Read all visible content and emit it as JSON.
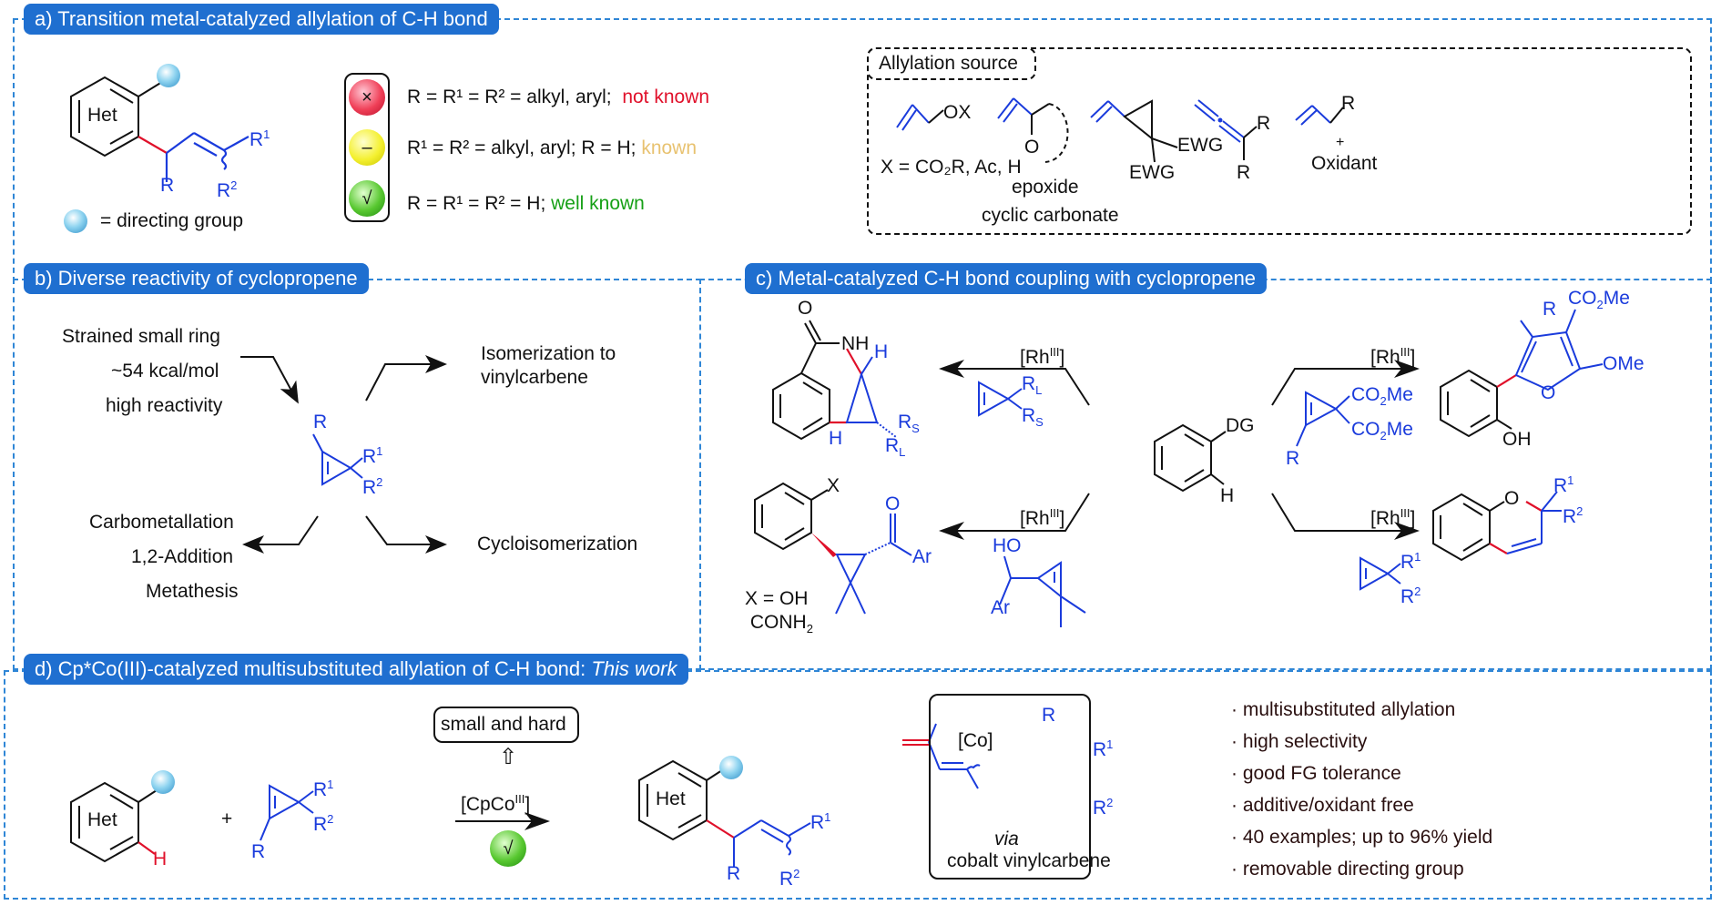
{
  "panels": {
    "a": {
      "title": "a) Transition metal-catalyzed allylation of C-H bond",
      "het_label": "Het",
      "substituent_R": "R",
      "substituent_R1": "R",
      "substituent_R2": "R",
      "directing_group_legend": "=  directing group",
      "status_rows": [
        {
          "icon": "cross-icon",
          "symbol": "×",
          "text": "R = R¹ = R² = alkyl, aryl;",
          "status": "not known",
          "status_color": "#e0102a"
        },
        {
          "icon": "dash-icon",
          "symbol": "–",
          "text": "R¹ = R² = alkyl, aryl; R = H;",
          "status": "known",
          "status_color": "#e8c270"
        },
        {
          "icon": "check-icon",
          "symbol": "√",
          "text": "R = R¹ = R² = H;",
          "status": "well known",
          "status_color": "#16a016"
        }
      ],
      "allylation_source": {
        "title": "Allylation source",
        "items": [
          {
            "label": "X = CO₂R, Ac, H",
            "group": "OX"
          },
          {
            "label": "epoxide",
            "label2": "cyclic carbonate",
            "atom": "O"
          },
          {
            "label": "EWG",
            "label2": "EWG"
          },
          {
            "label": "R",
            "label2": "R"
          },
          {
            "label": "R",
            "plus": "+",
            "label2": "Oxidant"
          }
        ]
      }
    },
    "b": {
      "title": "b) Diverse reactivity of cyclopropene",
      "left_top": [
        "Strained small ring",
        "~54 kcal/mol",
        "high reactivity"
      ],
      "right_top": [
        "Isomerization to",
        "vinylcarbene"
      ],
      "left_bottom": [
        "Carbometallation",
        "1,2-Addition",
        "Metathesis"
      ],
      "right_bottom": "Cycloisomerization",
      "labels": {
        "R": "R",
        "R1": "R",
        "R2": "R"
      }
    },
    "c": {
      "title": "c) Metal-catalyzed C-H bond coupling with cyclopropene",
      "catalyst": "[Rh",
      "catalyst_ox": "III",
      "center": {
        "dg": "DG",
        "h": "H"
      },
      "top_left": {
        "o": "O",
        "nh": "NH",
        "h1": "H",
        "h2": "H",
        "rs": "R",
        "rl": "R",
        "rs_sub": "S",
        "rl_sub": "L"
      },
      "bottom_left": {
        "x": "X",
        "o": "O",
        "ar": "Ar",
        "legend1": "X = OH",
        "legend2": "CONH",
        "ho": "HO",
        "ar2": "Ar"
      },
      "top_right": {
        "co2me": "CO",
        "ome": "OMe",
        "o": "O",
        "oh": "OH",
        "r": "R",
        "me": "Me"
      },
      "bottom_right": {
        "o": "O",
        "r1": "R",
        "r2": "R"
      }
    },
    "d": {
      "title": "d) Cp*Co(III)-catalyzed multisubstituted allylation of C-H bond: ",
      "title_italic": "This work",
      "het": "Het",
      "h": "H",
      "plus": "+",
      "r": "R",
      "r1": "R",
      "r2": "R",
      "callout": "small and hard",
      "up_arrow": "⇧",
      "catalyst": "[CpCo",
      "catalyst_ox": "III",
      "check": "√",
      "intermediate": {
        "co": "[Co]",
        "r": "R",
        "r1": "R",
        "r2": "R",
        "via": "via",
        "name": "cobalt vinylcarbene"
      },
      "features": [
        "· multisubstituted allylation",
        "· high selectivity",
        "· good FG tolerance",
        "· additive/oxidant free",
        "· 40 examples; up to 96% yield",
        "· removable directing group"
      ]
    }
  },
  "colors": {
    "header": "#1f6fd0",
    "border": "#2f86d6",
    "blue_bond": "#1a3bdc",
    "red_bond": "#e0102a"
  }
}
